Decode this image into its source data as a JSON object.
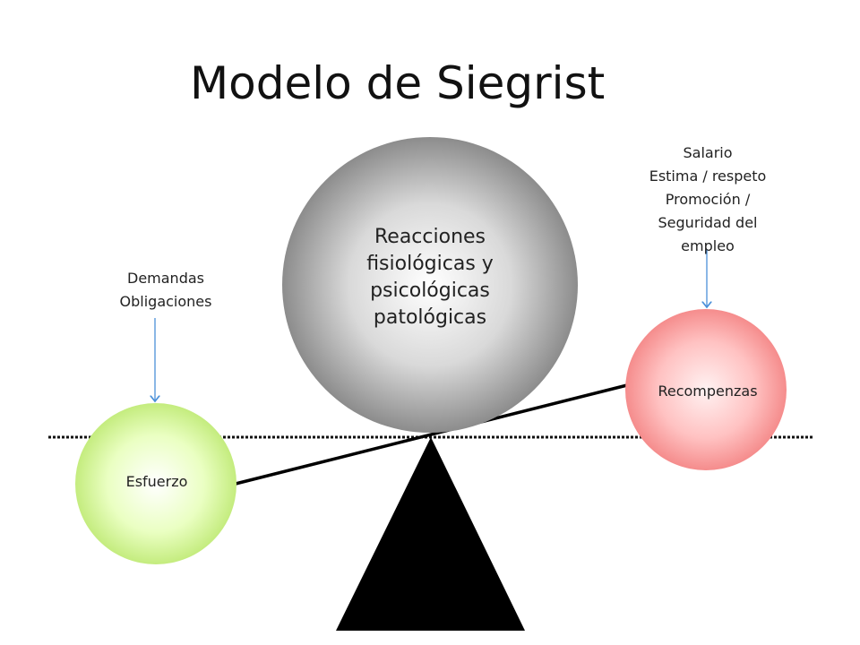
{
  "title": "Modelo de Siegrist",
  "center_circle": {
    "label": "Reacciones\nfisiológicas y\npsicológicas\npatológicas"
  },
  "effort": {
    "label": "Esfuerzo",
    "factors": "Demandas\nObligaciones",
    "color": "#ccf28a"
  },
  "reward": {
    "label": "Recompenzas",
    "factors": "Salario\nEstima / respeto\nPromoción /\nSeguridad del\nempleo",
    "color": "#f79a9a"
  },
  "colors": {
    "arrow": "#4a90d9",
    "fulcrum": "#000000",
    "beam": "#000000",
    "center_circle": "#9a9a9a"
  }
}
